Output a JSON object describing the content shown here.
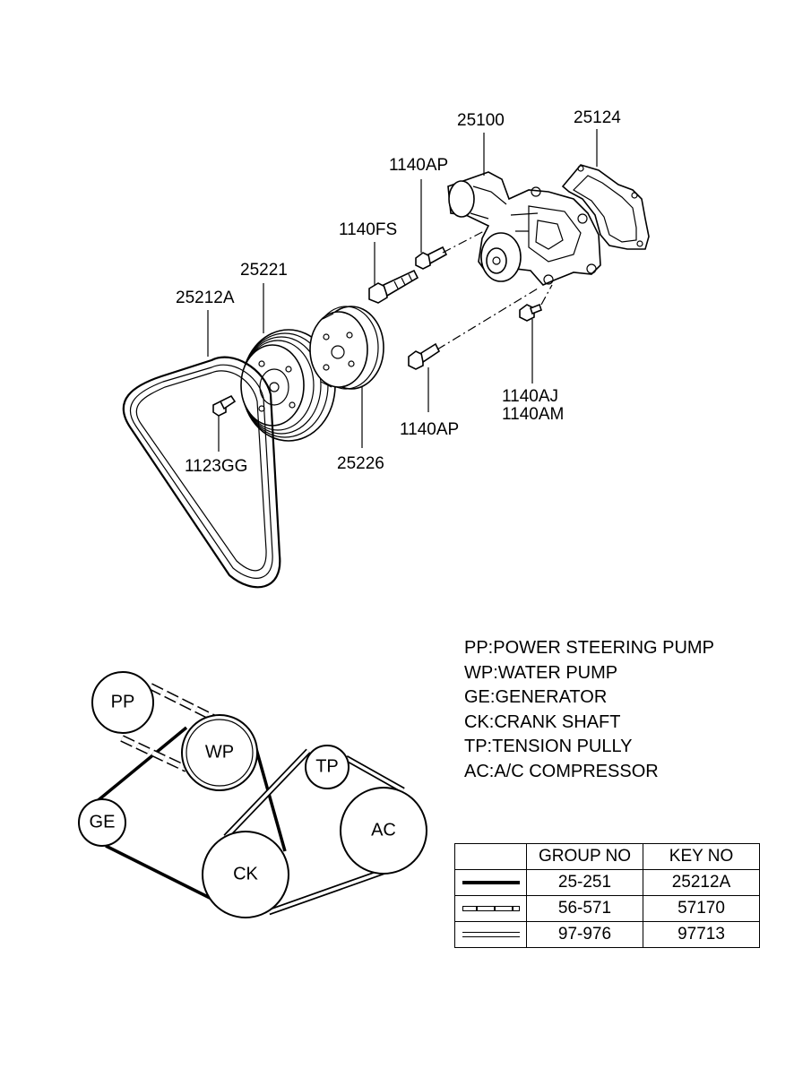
{
  "exploded_view": {
    "labels": {
      "p25100": "25100",
      "p25124": "25124",
      "p1140AP_top": "1140AP",
      "p1140FS": "1140FS",
      "p25221": "25221",
      "p25212A": "25212A",
      "p1123GG": "1123GG",
      "p25226": "25226",
      "p1140AP_bottom": "1140AP",
      "p1140AJ": "1140AJ",
      "p1140AM": "1140AM"
    }
  },
  "belt_routing": {
    "pulleys": {
      "pp": "PP",
      "wp": "WP",
      "ge": "GE",
      "ck": "CK",
      "tp": "TP",
      "ac": "AC"
    }
  },
  "legend": [
    "PP:POWER STEERING PUMP",
    "WP:WATER PUMP",
    "GE:GENERATOR",
    "CK:CRANK SHAFT",
    "TP:TENSION PULLY",
    "AC:A/C COMPRESSOR"
  ],
  "parts_table": {
    "headers": [
      "",
      "GROUP NO",
      "KEY NO"
    ],
    "rows": [
      {
        "line_style": "solid",
        "group_no": "25-251",
        "key_no": "25212A"
      },
      {
        "line_style": "dashed",
        "group_no": "56-571",
        "key_no": "57170"
      },
      {
        "line_style": "double",
        "group_no": "97-976",
        "key_no": "97713"
      }
    ]
  }
}
